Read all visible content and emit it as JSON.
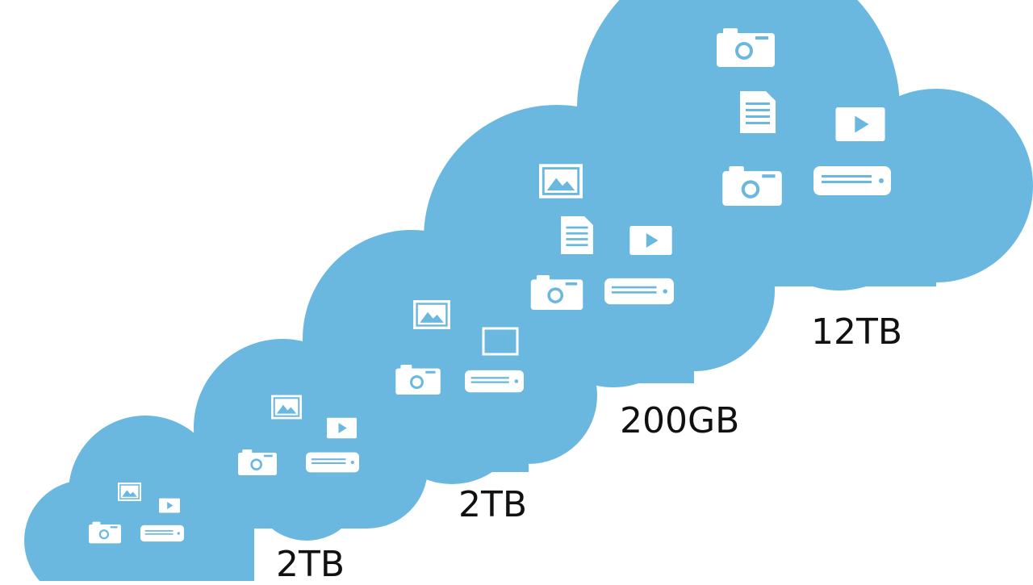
{
  "colors": {
    "cloud": "#6ab8df",
    "icon": "#ffffff",
    "text": "#111111"
  },
  "clouds": [
    {
      "label": "2TB",
      "icons": [
        "picture-icon",
        "video-icon",
        "camera-icon",
        "drive-icon"
      ]
    },
    {
      "label": "2TB",
      "icons": [
        "picture-icon",
        "video-icon",
        "camera-icon",
        "drive-icon"
      ]
    },
    {
      "label": "200GB",
      "icons": [
        "picture-icon",
        "video-icon",
        "camera-icon",
        "drive-icon"
      ]
    },
    {
      "label": "12TB",
      "icons": [
        "picture-icon",
        "document-icon",
        "video-icon",
        "camera-icon",
        "drive-icon"
      ]
    }
  ]
}
